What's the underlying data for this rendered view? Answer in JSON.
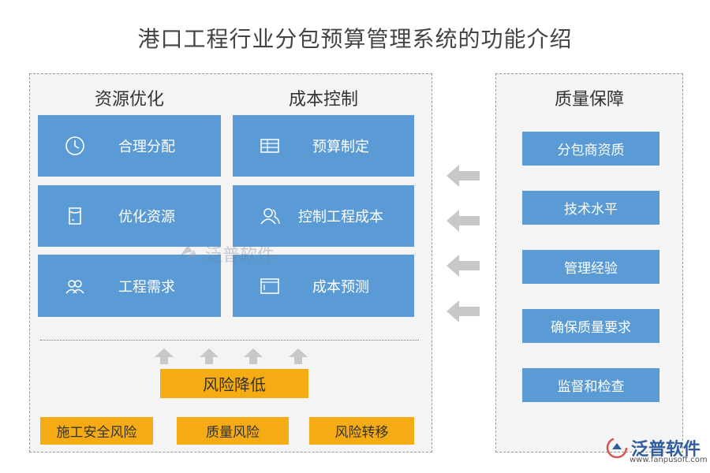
{
  "title": "港口工程行业分包预算管理系统的功能介绍",
  "left_panel": {
    "col1_heading": "资源优化",
    "col2_heading": "成本控制",
    "col1_items": [
      {
        "label": "合理分配",
        "icon": "clock-icon"
      },
      {
        "label": "优化资源",
        "icon": "document-icon"
      },
      {
        "label": "工程需求",
        "icon": "people-icon"
      }
    ],
    "col2_items": [
      {
        "label": "预算制定",
        "icon": "spreadsheet-icon"
      },
      {
        "label": "控制工程成本",
        "icon": "person-icon"
      },
      {
        "label": "成本预测",
        "icon": "window-icon"
      }
    ],
    "risk_main": "风险降低",
    "risk_items": [
      "施工安全风险",
      "质量风险",
      "风险转移"
    ]
  },
  "right_panel": {
    "heading": "质量保障",
    "items": [
      "分包商资质",
      "技术水平",
      "管理经验",
      "确保质量要求",
      "监督和检查"
    ]
  },
  "watermark": {
    "text": "泛普软件"
  },
  "logo": {
    "text": "泛普软件",
    "url": "www.fanpusoft.com"
  },
  "colors": {
    "tile_blue": "#5b9bd5",
    "risk_orange": "#f5ac14",
    "arrow_gray": "#c8c8c8"
  }
}
